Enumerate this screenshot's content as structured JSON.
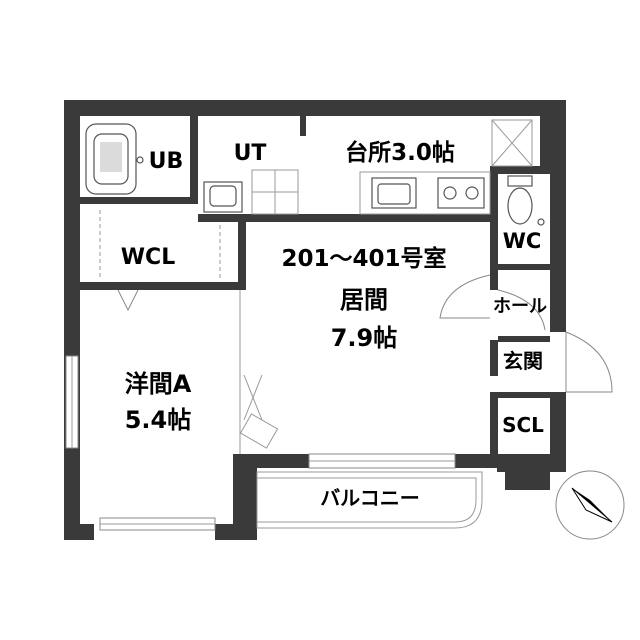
{
  "rooms": {
    "ub": "UB",
    "ut": "UT",
    "kitchen": "台所3.0帖",
    "unit_range": "201～401号室",
    "living_name": "居間",
    "living_size": "7.9帖",
    "wcl": "WCL",
    "wc": "WC",
    "hall": "ホール",
    "entrance": "玄関",
    "scl": "SCL",
    "western_name": "洋間A",
    "western_size": "5.4帖",
    "balcony": "バルコニー"
  },
  "colors": {
    "wall": "#3a3a3a",
    "line": "#9a9a9a",
    "text": "#000000"
  },
  "icons": [
    "compass-north-arrow-icon",
    "bathtub-icon",
    "toilet-icon",
    "sink-icon",
    "stove-icon",
    "washbasin-icon"
  ]
}
